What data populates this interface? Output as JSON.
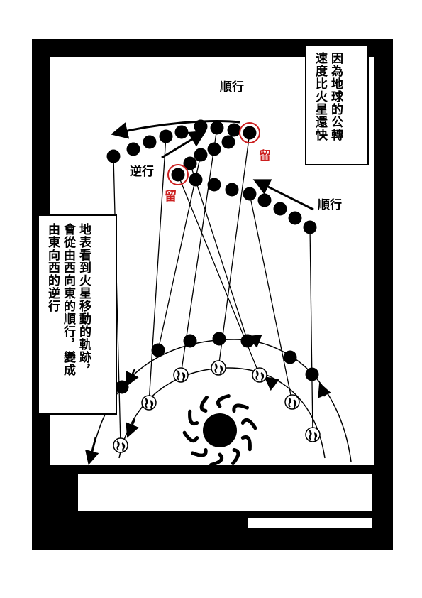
{
  "captions": {
    "top": [
      "因為地球的公轉",
      "速度比火星還快"
    ],
    "left": [
      "地表看到火星移動的軌跡，",
      "會從由西向東的順行，變成",
      "由東向西的逆行"
    ]
  },
  "labels": {
    "prograde_top": "順行",
    "retrograde": "逆行",
    "prograde_right": "順行",
    "station_1": "留",
    "station_2": "留"
  },
  "colors": {
    "ink": "#000000",
    "paper": "#ffffff",
    "station_accent": "#cc1f1f"
  },
  "icons": [
    "sun-icon",
    "earth-icon",
    "mars-dot-icon",
    "arrow-icon"
  ]
}
